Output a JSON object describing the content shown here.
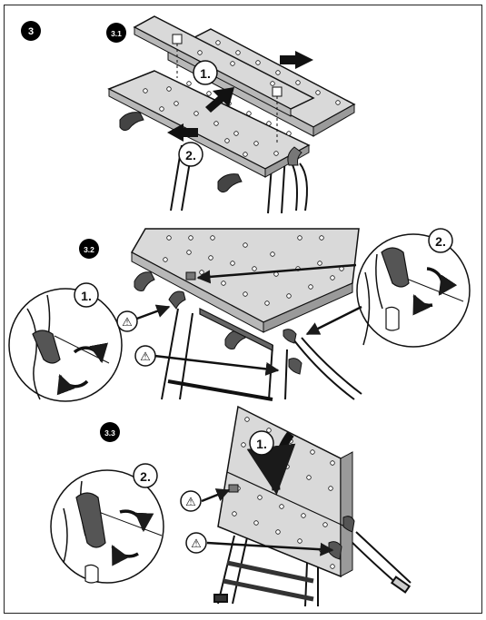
{
  "figure": {
    "main_step": "3",
    "panels": [
      {
        "id": "3.1",
        "label": "3.1",
        "steps": [
          "1.",
          "2."
        ]
      },
      {
        "id": "3.2",
        "label": "3.2",
        "steps": [
          "1.",
          "2."
        ],
        "warnings": [
          "⚠",
          "⚠"
        ]
      },
      {
        "id": "3.3",
        "label": "3.3",
        "steps": [
          "1.",
          "2."
        ],
        "warnings": [
          "⚠",
          "⚠"
        ]
      }
    ]
  },
  "colors": {
    "board_fill": "#c8c8c8",
    "board_top": "#d9d9d9",
    "line": "#111111",
    "arrow": "#1a1a1a",
    "badge": "#000000"
  },
  "icons": [
    "rotate-arrow-icon",
    "warning-icon",
    "push-arrow-icon"
  ]
}
